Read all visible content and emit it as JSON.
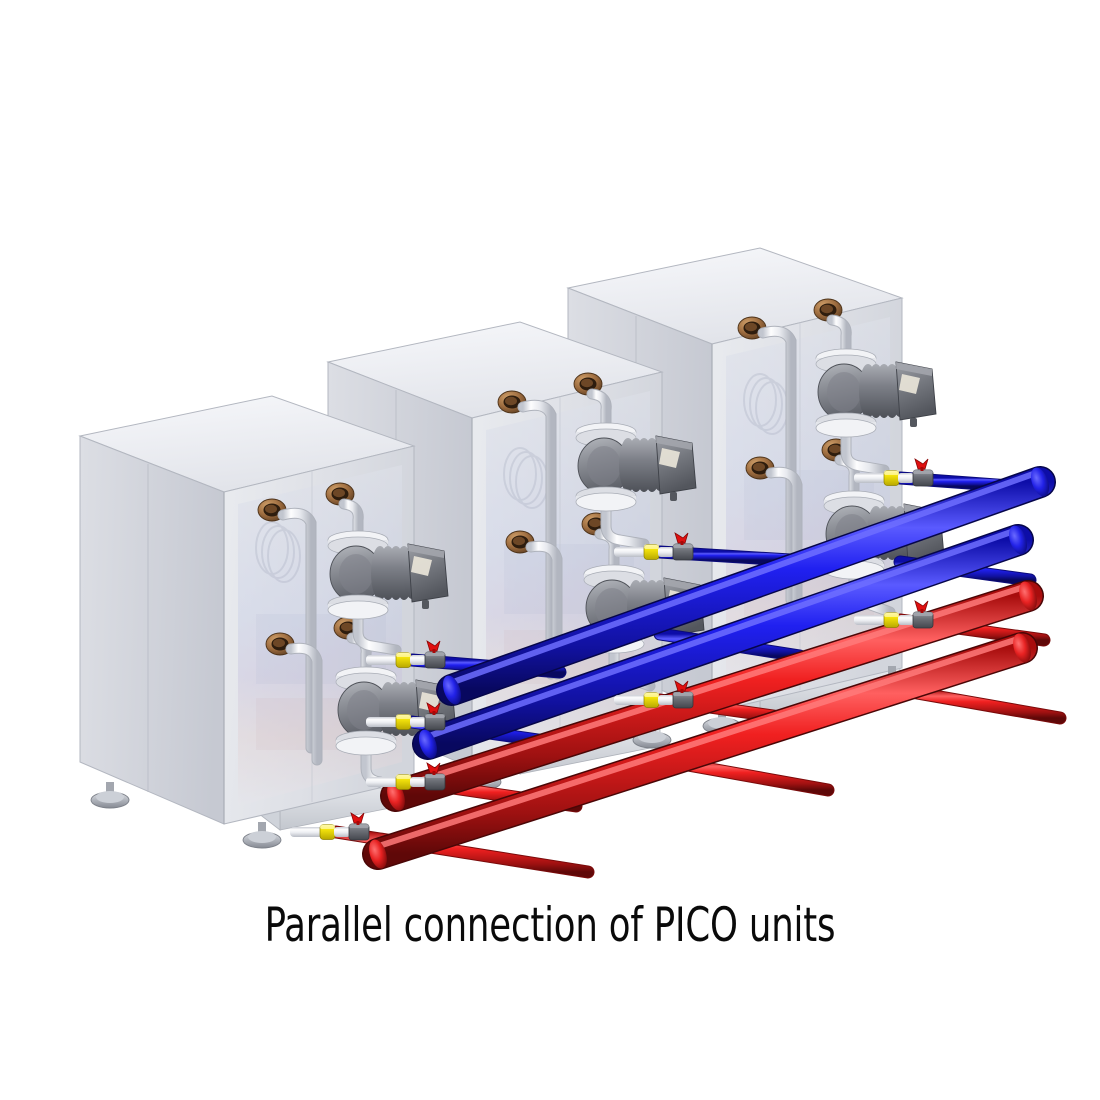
{
  "figure": {
    "caption": "Parallel connection of PICO units",
    "background_color": "#ffffff",
    "kind": "3d-technical-render",
    "subject": "Three PICO chiller/heat-pump cabinets piped in parallel to a common 4-pipe manifold"
  },
  "palette": {
    "background": "#ffffff",
    "cabinet_front": "#e3e5ea",
    "cabinet_side": "#cfd2d9",
    "cabinet_top": "#eef0f4",
    "cabinet_edge": "#b9bdc6",
    "pipe_white": "#f4f5f7",
    "pipe_white_shade": "#c8ccd4",
    "pipe_blue": "#1414e6",
    "pipe_blue_light": "#4d4dff",
    "pipe_blue_dark": "#0a0a9b",
    "pipe_red": "#e81414",
    "pipe_red_light": "#ff4d4d",
    "pipe_red_dark": "#9b0a0a",
    "pump_gray": "#8d9097",
    "pump_dark": "#5d6068",
    "coupling_yellow": "#f2e40c",
    "valve_handle_red": "#e01010",
    "port_copper": "#9c6b3e",
    "flange_white": "#f0f1f4",
    "foot_metal": "#b6bac2",
    "caption_text": "#0a0a0a"
  },
  "units": [
    {
      "id": "unit-1",
      "label": "PICO unit 1 (front left)",
      "position": "front-left",
      "pump_count": 2,
      "port_count": 4
    },
    {
      "id": "unit-2",
      "label": "PICO unit 2 (middle)",
      "position": "middle",
      "pump_count": 2,
      "port_count": 4
    },
    {
      "id": "unit-3",
      "label": "PICO unit 3 (rear right)",
      "position": "rear-right",
      "pump_count": 2,
      "port_count": 4
    }
  ],
  "manifold": {
    "pipe_count": 4,
    "pipes": [
      {
        "id": "blue-upper",
        "color_name": "blue",
        "color": "#1414e6",
        "role": "chilled water header (upper)"
      },
      {
        "id": "blue-lower",
        "color_name": "blue",
        "color": "#1414e6",
        "role": "chilled water header (lower)"
      },
      {
        "id": "red-upper",
        "color_name": "red",
        "color": "#e81414",
        "role": "hot water header (upper)"
      },
      {
        "id": "red-lower",
        "color_name": "red",
        "color": "#e81414",
        "role": "hot water header (lower)"
      }
    ],
    "branches_per_unit": 4,
    "branch_fittings": [
      "flexible-coupling-yellow",
      "butterfly-valve-red-handle"
    ]
  },
  "components": {
    "cabinet": "sheet-metal-enclosure",
    "pump": "inline-circulation-pump",
    "motor_terminal_box": "pump-terminal-box",
    "coupling": "yellow-flexible-coupling",
    "valve": "butterfly-valve",
    "valve_handle": "red-butterfly-handle",
    "flange": "pipe-flange",
    "port": "copper-port-collar",
    "foot": "adjustable-leveling-foot",
    "base_frame": "steel-base-frame"
  }
}
